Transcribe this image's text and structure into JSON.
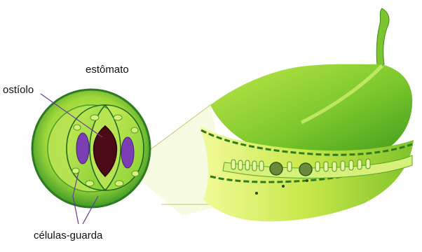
{
  "diagram": {
    "labels": {
      "title": "estômato",
      "ostiole": "ostíolo",
      "guard_cells": "células-guarda"
    },
    "colors": {
      "leaf_light": "#d8ee4a",
      "leaf_mid": "#8fcf2a",
      "leaf_dark": "#3f9a1c",
      "circle_ring": "#2f8a2a",
      "chloroplast_purple": "#7b3fb3",
      "pore_dark": "#4a0b14",
      "cell_line": "#1f6b1c"
    }
  }
}
